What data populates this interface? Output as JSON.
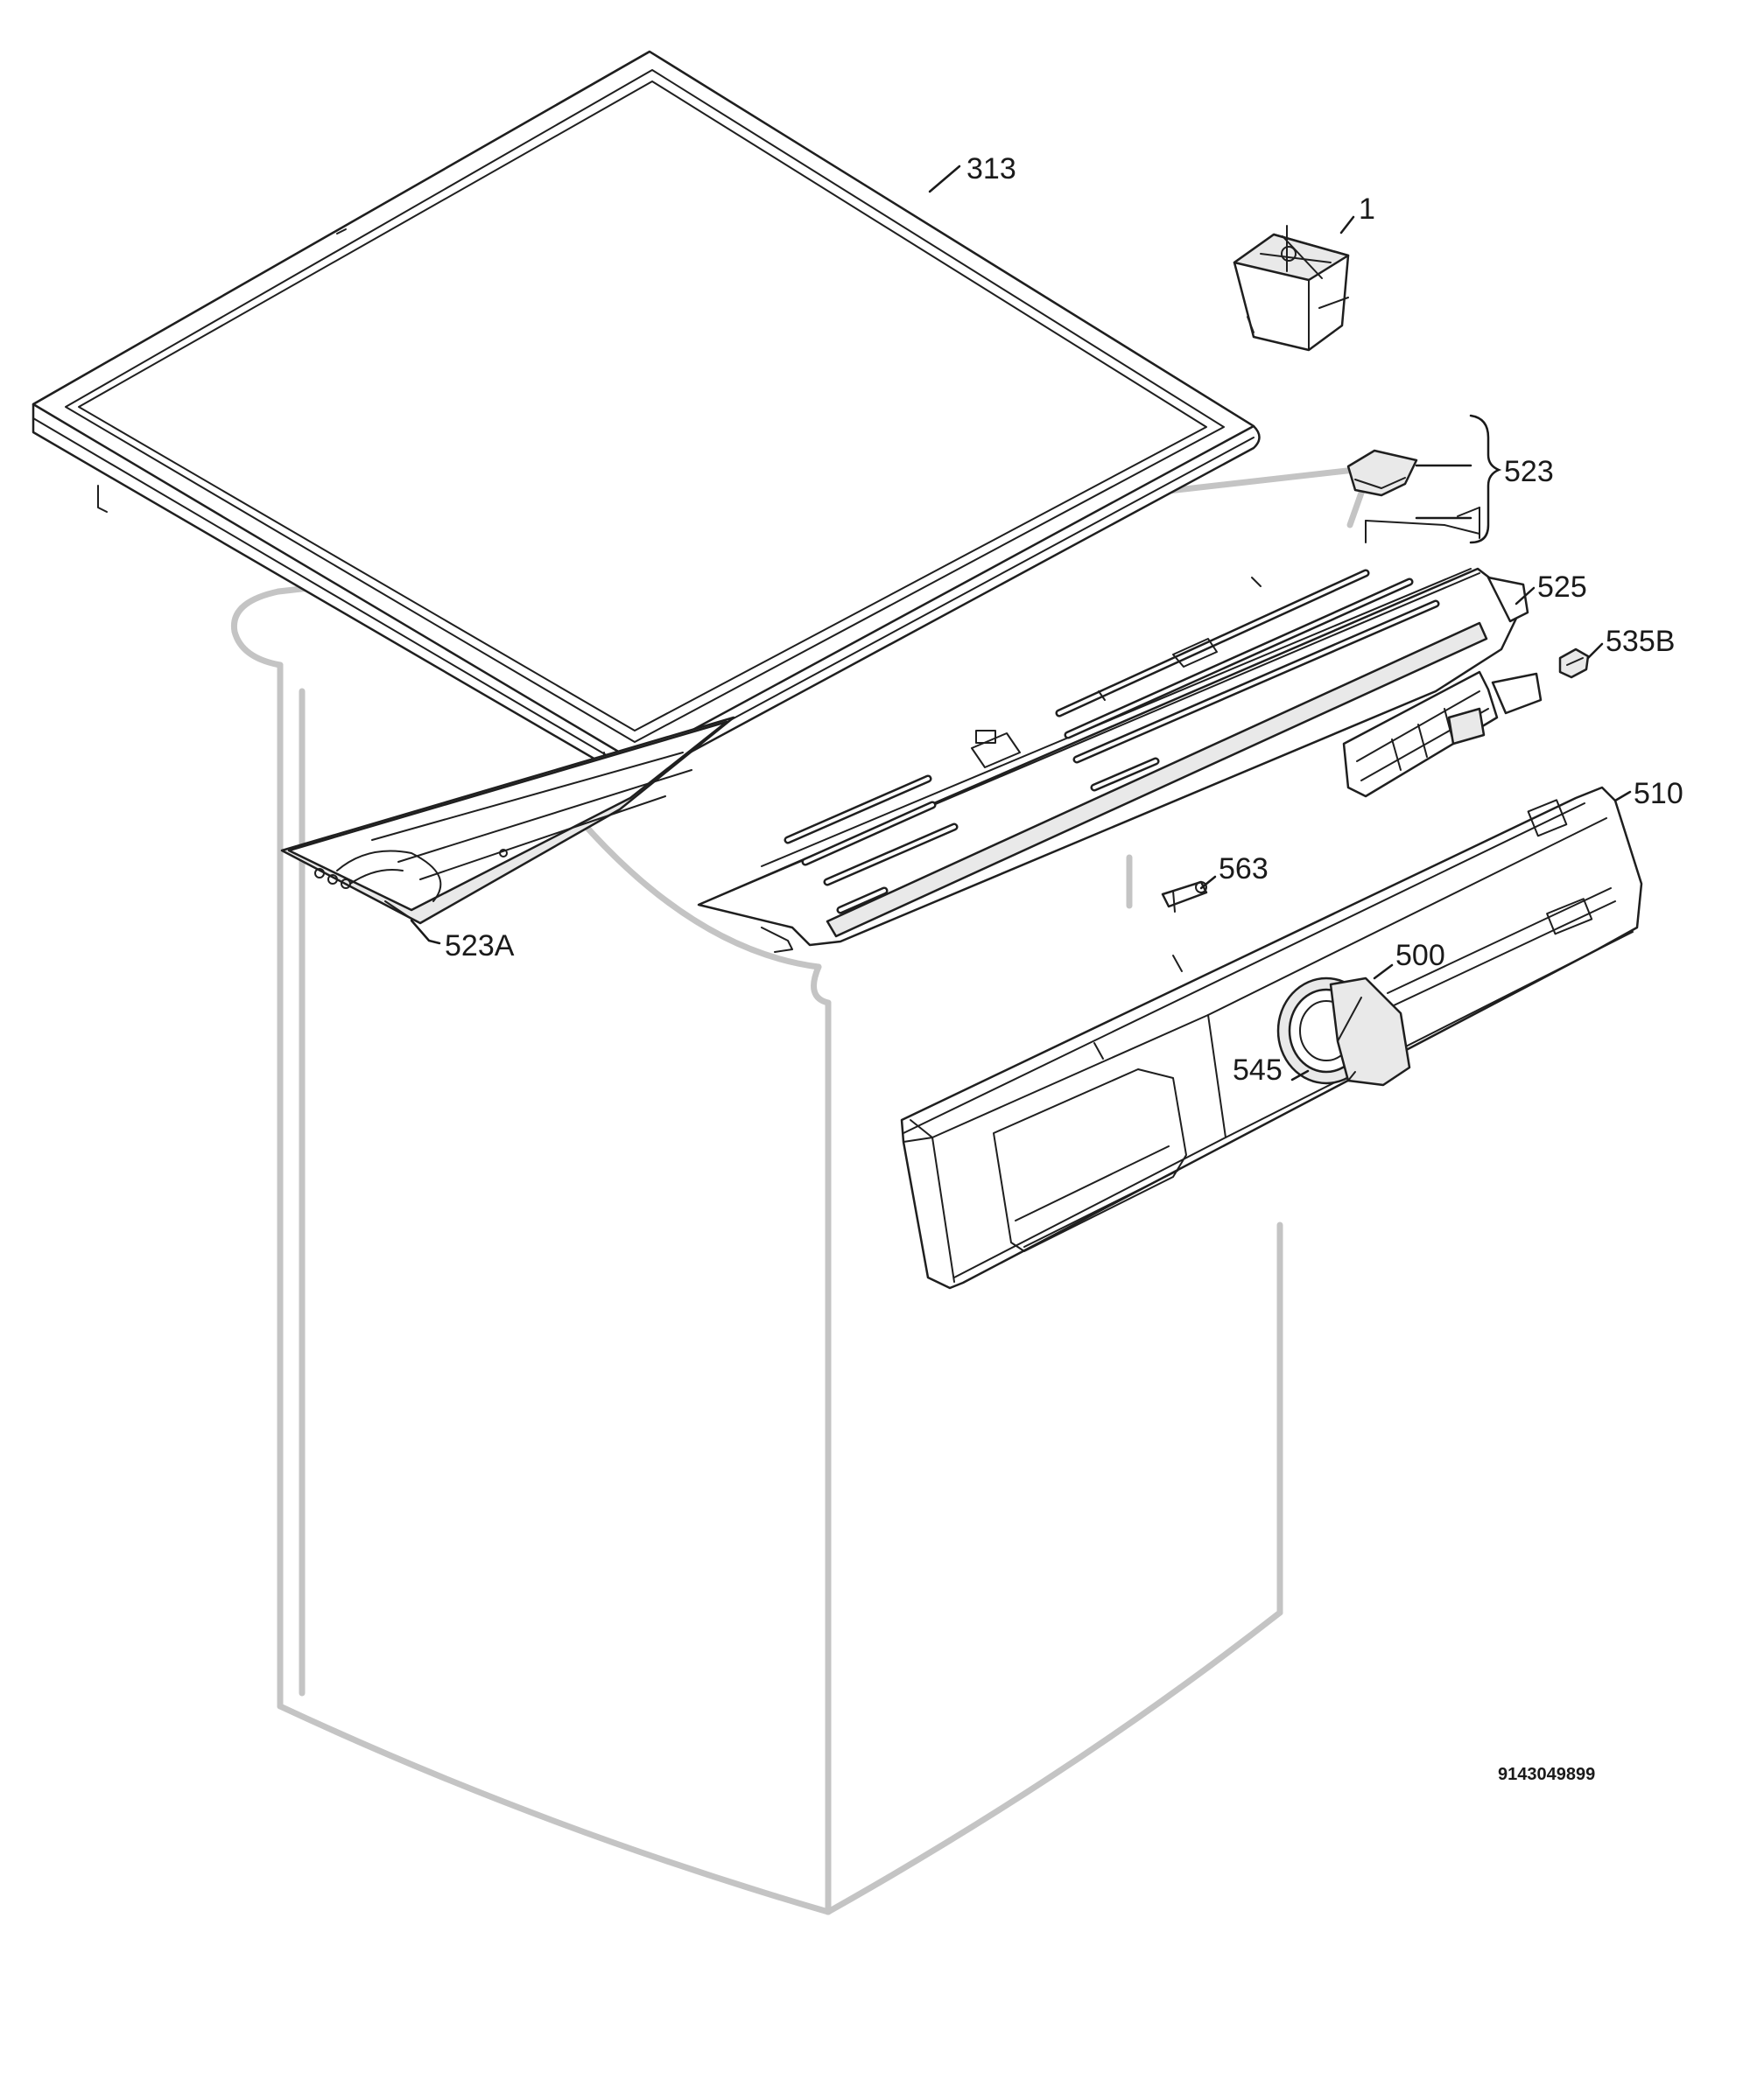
{
  "labels": {
    "p313": "313",
    "p1": "1",
    "p523": "523",
    "p525": "525",
    "p535B": "535B",
    "p510": "510",
    "p563": "563",
    "p500": "500",
    "p545": "545",
    "p523A": "523A"
  },
  "drawing_code": "9143049899"
}
